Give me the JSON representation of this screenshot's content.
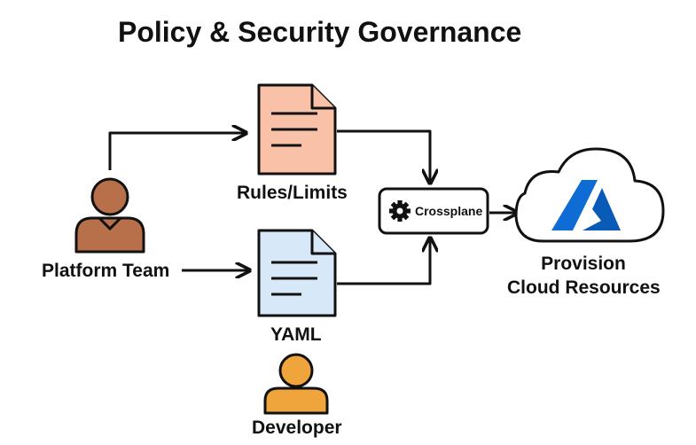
{
  "title": "Policy & Security Governance",
  "nodes": {
    "platform_team": "Platform Team",
    "rules": "Rules/Limits",
    "yaml": "YAML",
    "developer": "Developer",
    "crossplane": "Crossplane",
    "provision_line1": "Provision",
    "provision_line2": "Cloud Resources"
  },
  "icons": {
    "platform_team": "person-icon",
    "developer": "person-icon",
    "rules": "document-icon",
    "yaml": "document-icon",
    "crossplane": "gear-icon",
    "cloud": "cloud-icon",
    "azure": "azure-logo"
  },
  "colors": {
    "platform_team": "#b8704a",
    "developer": "#f0a43c",
    "rules_doc": "#f9c2a8",
    "yaml_doc": "#d7e8f8",
    "azure": "#0f6cd4"
  }
}
